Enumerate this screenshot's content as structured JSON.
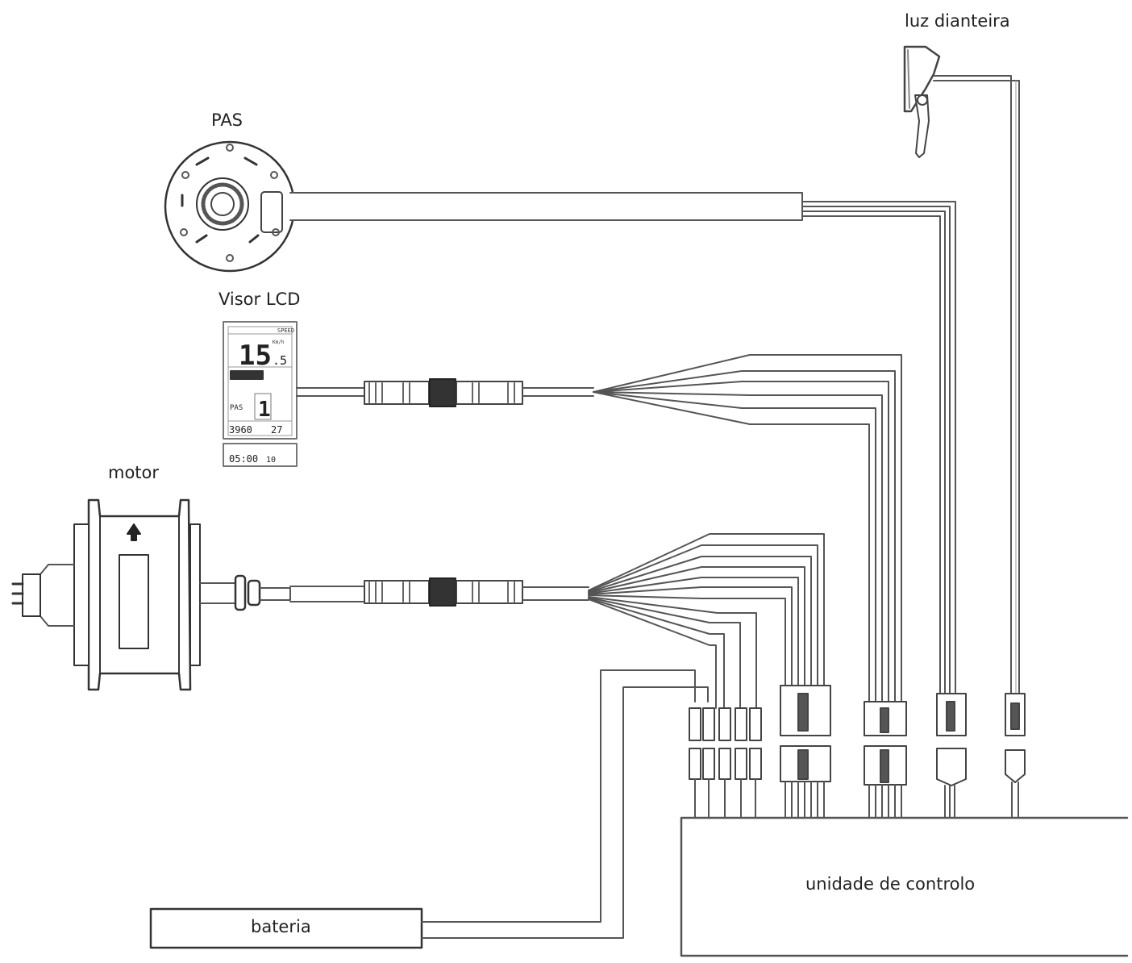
{
  "labels": {
    "front_light": "luz dianteira",
    "pas": "PAS",
    "lcd": "Visor LCD",
    "motor": "motor",
    "battery": "bateria",
    "controller": "unidade de controlo"
  },
  "lcd_screen": {
    "header": "SPEED",
    "unit": "Km/h",
    "speed_main": "15",
    "speed_decimal": ".5",
    "pas_label": "PAS",
    "pas_level": "1",
    "odo": "3960",
    "temp": "27",
    "time": "05:00",
    "trip": "10"
  },
  "colors": {
    "line": "#555555",
    "fill": "#ffffff",
    "connector_dark": "#333333"
  }
}
